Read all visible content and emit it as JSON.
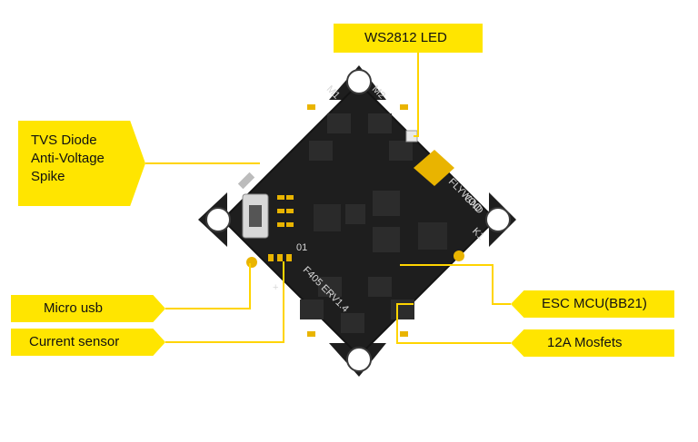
{
  "labels": {
    "ws2812": "WS2812 LED",
    "tvs_line1": "TVS Diode",
    "tvs_line2": "Anti-Voltage",
    "tvs_line3": "Spike",
    "micro_usb": "Micro usb",
    "current_sensor": "Current sensor",
    "esc_mcu": "ESC MCU(BB21)",
    "mosfets": "12A Mosfets"
  },
  "board_silkscreen": {
    "motor_1": "M1",
    "motor_2": "M2",
    "brand": "FLYWOO",
    "gnd": "GND",
    "k1": "K1",
    "chip": "01",
    "plus": "+",
    "version": "F405 ERV1.4"
  },
  "colors": {
    "label_fill": "#ffe500",
    "leader_line": "#ffd400",
    "board": "#1e1e1e",
    "pad_gold": "#e9b400"
  }
}
